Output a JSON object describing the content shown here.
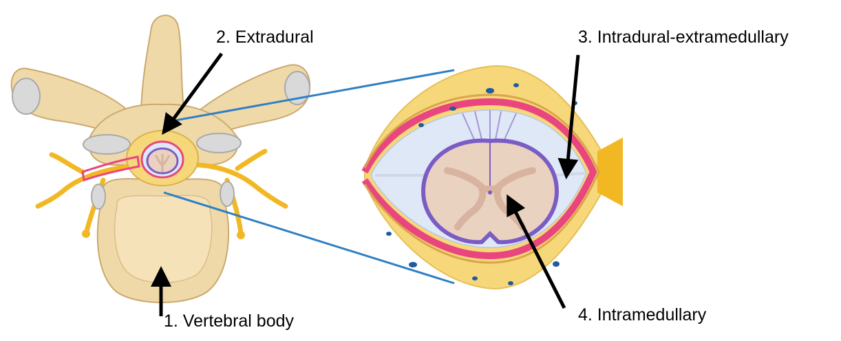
{
  "labels": {
    "vertebral_body": "1. Vertebral body",
    "extradural": "2. Extradural",
    "intradural_extramedullary": "3. Intradural-extramedullary",
    "intramedullary": "4. Intramedullary"
  },
  "colors": {
    "bone": "#f0d9a8",
    "bone_outline": "#c9a96e",
    "cartilage": "#d9d9d9",
    "fat": "#f6d77a",
    "nerve": "#f2b824",
    "dura": "#e9457e",
    "cord_outline": "#7b5cc4",
    "cord": "#ead2c0",
    "gray_matter": "#d8b3a0",
    "csf": "#dfe8f6",
    "vessel": "#1f5b9e",
    "zoom_line": "#2e7fc4",
    "arrow": "#000000"
  }
}
